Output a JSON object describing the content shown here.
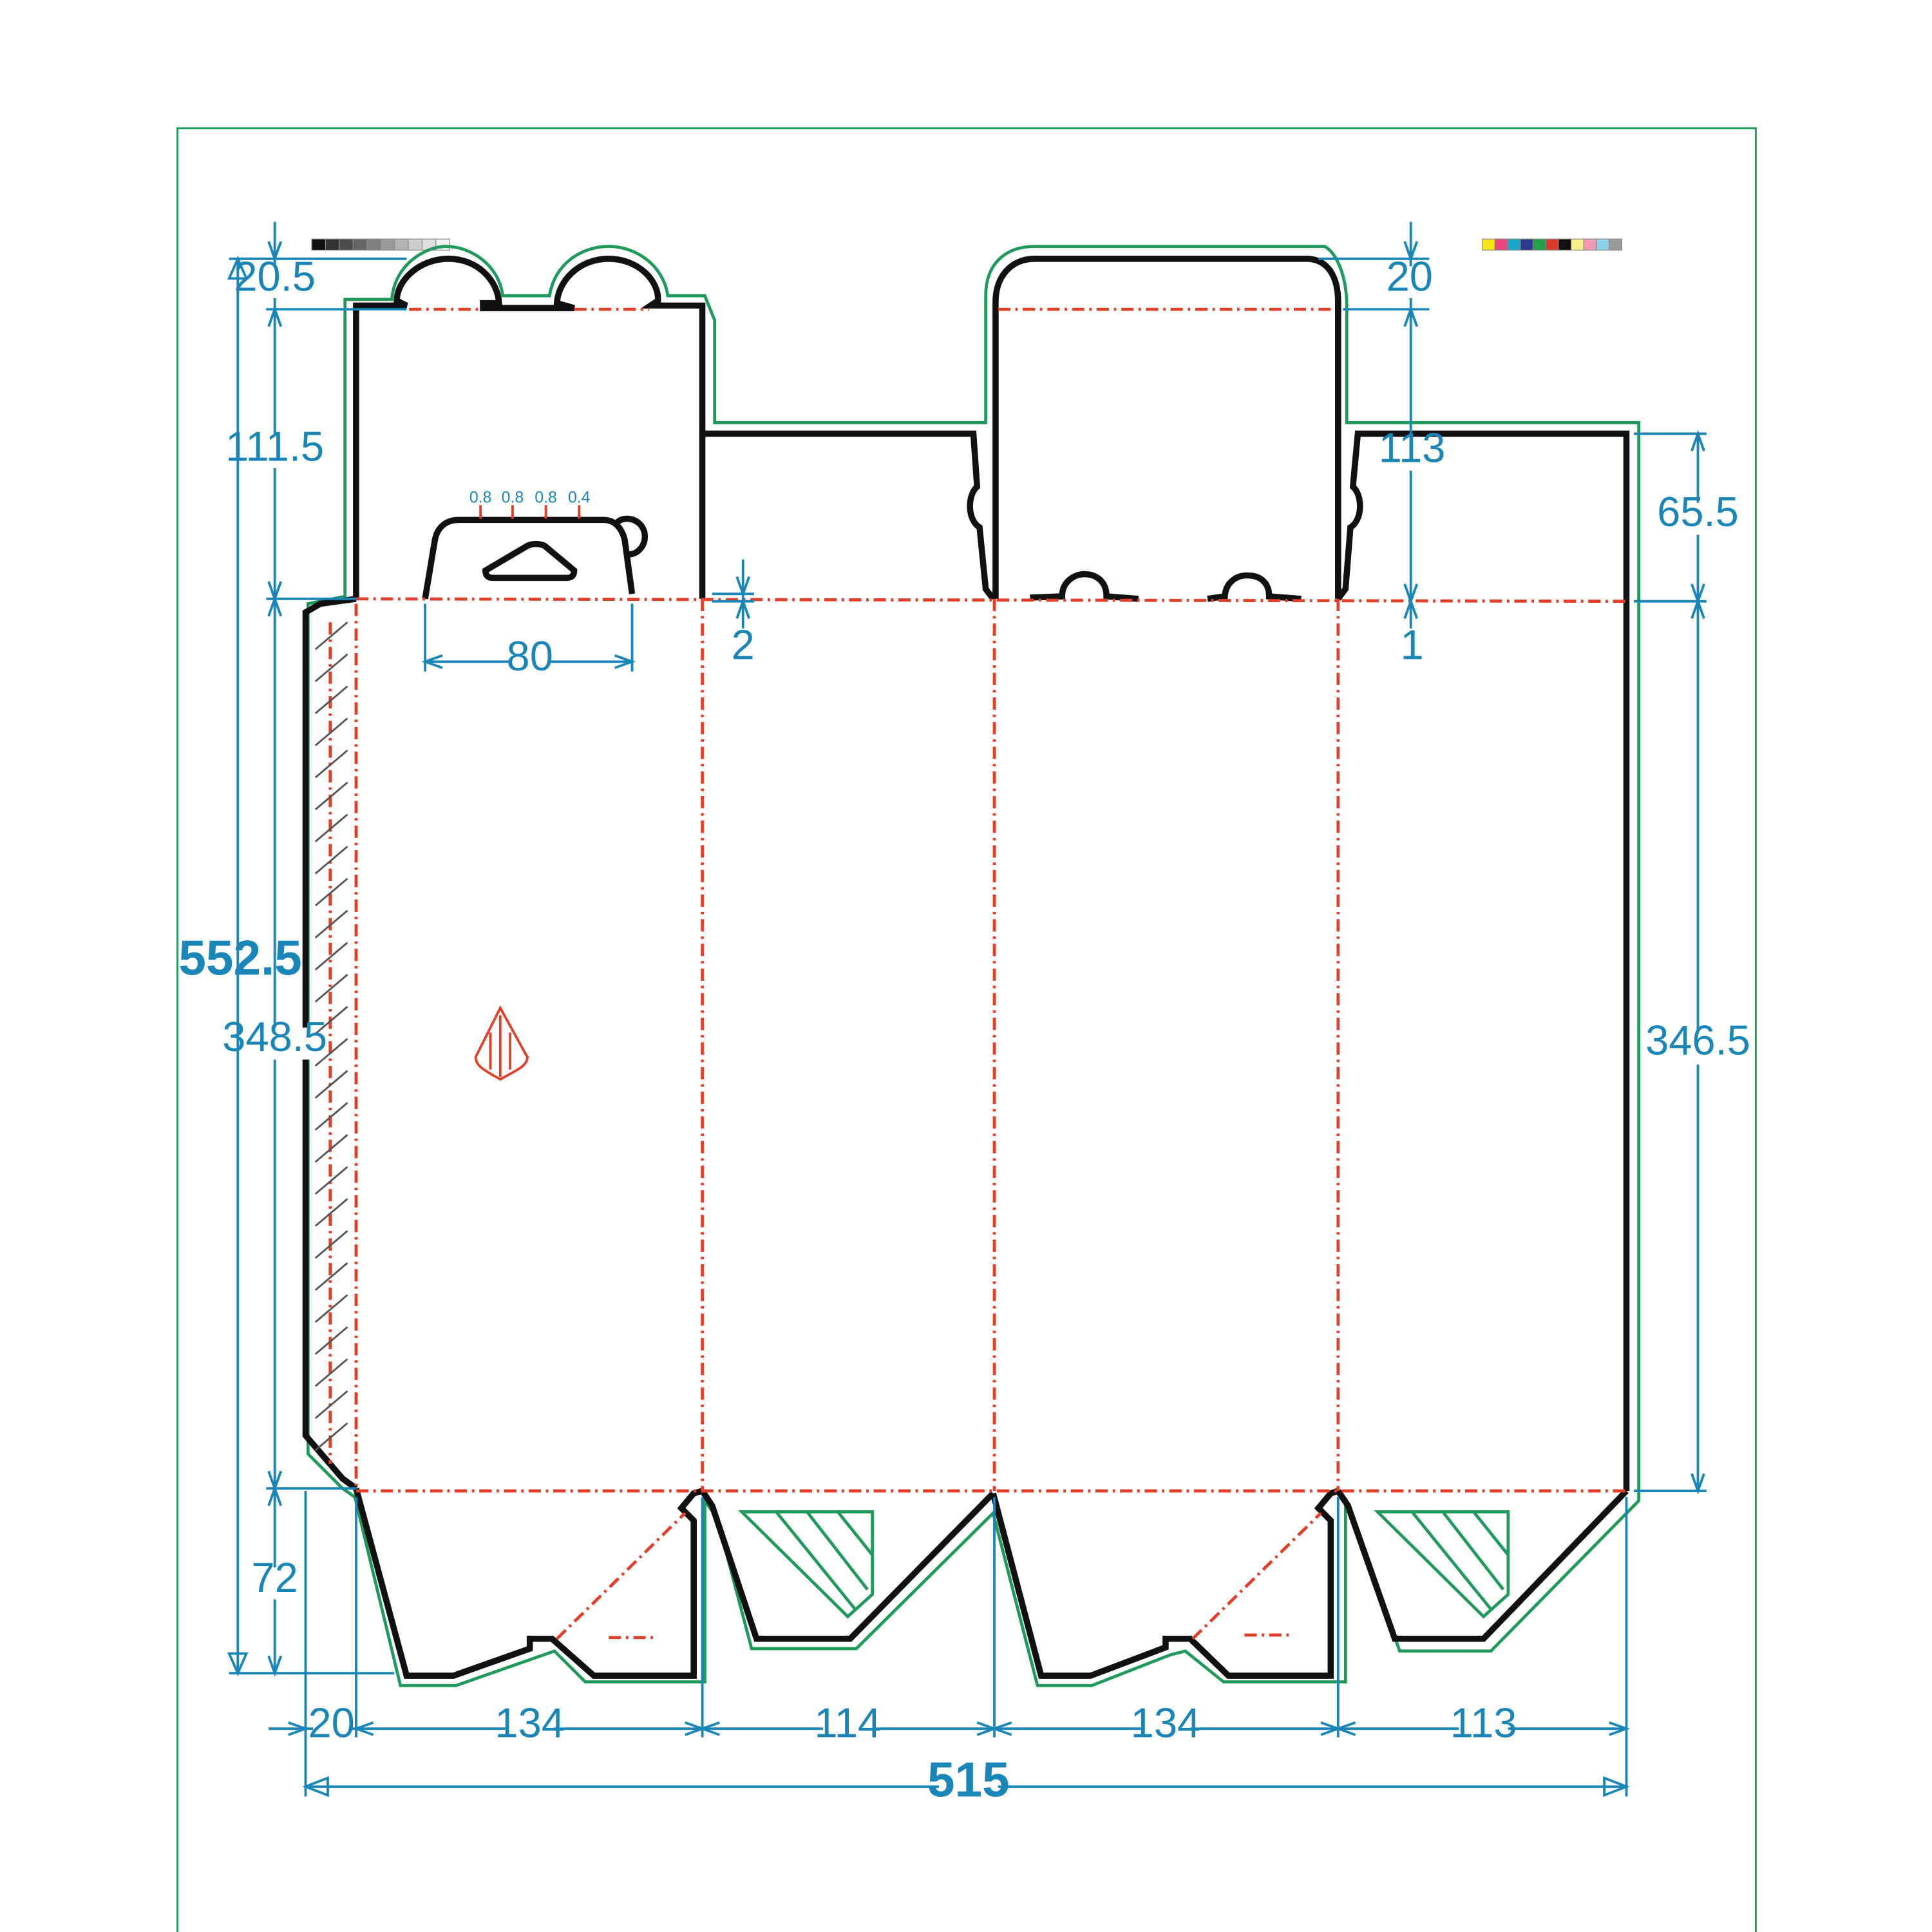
{
  "dimensions": {
    "total_height": "552.5",
    "total_width": "515",
    "top_tab_left": "20.5",
    "top_flap_left": "111.5",
    "body_left": "348.5",
    "bottom_left": "72",
    "top_tab_right": "20",
    "top_flap_right": "113",
    "side_flap_right": "65.5",
    "body_right": "346.5",
    "hang_hole_width": "80",
    "offset_left": "2",
    "offset_right": "1",
    "glue_flap": "20",
    "panel_1": "134",
    "panel_2": "114",
    "panel_3": "134",
    "panel_4": "113"
  },
  "hanger_marks": [
    "0.8",
    "0.8",
    "0.8",
    "0.4"
  ],
  "grayscale_bar": [
    "#111111",
    "#333333",
    "#4d4d4d",
    "#666666",
    "#7f7f7f",
    "#999999",
    "#b3b3b3",
    "#cccccc",
    "#e0e0e0",
    "#f2f2f2"
  ],
  "color_bar": [
    "#f5e51b",
    "#e8467c",
    "#1aa6c9",
    "#2d3a8c",
    "#22a04b",
    "#d93a2e",
    "#111111",
    "#f6f08a",
    "#f09ab8",
    "#8fd0e8",
    "#9a9a9a"
  ],
  "colors": {
    "cut": "#111111",
    "crease": "#e0402a",
    "bleed": "#1f9a5a",
    "dimension": "#1a86b8"
  }
}
